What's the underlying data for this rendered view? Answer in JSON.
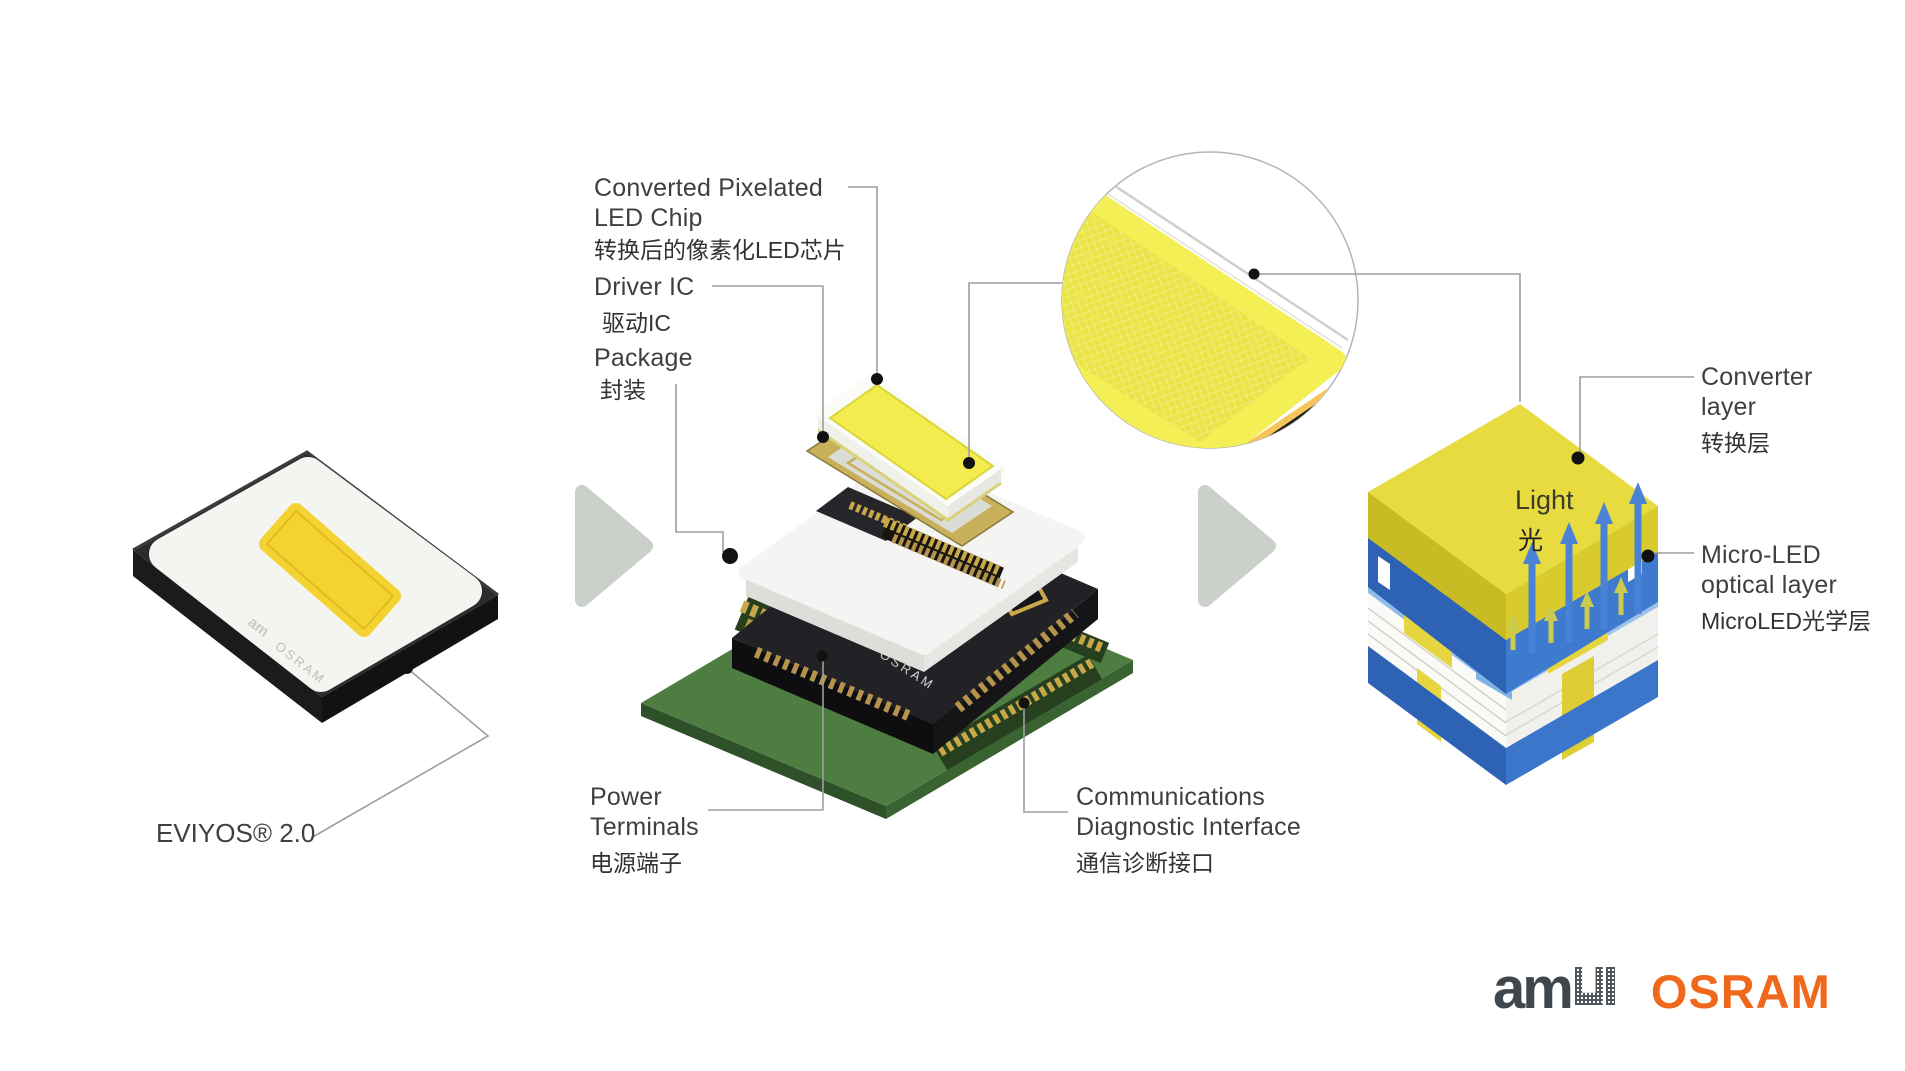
{
  "labels": {
    "converted_chip_en1": "Converted Pixelated",
    "converted_chip_en2": "LED Chip",
    "converted_chip_zh": "转换后的像素化LED芯片",
    "driver_ic_en": "Driver IC",
    "driver_ic_zh": "驱动IC",
    "package_en": "Package",
    "package_zh": "封装",
    "power_en1": "Power",
    "power_en2": "Terminals",
    "power_zh": "电源端子",
    "comms_en1": "Communications",
    "comms_en2": "Diagnostic Interface",
    "comms_zh": "通信诊断接口",
    "converter_en1": "Converter",
    "converter_en2": "layer",
    "converter_zh": "转换层",
    "light_en": "Light",
    "light_zh": "光",
    "microled_en1": "Micro-LED",
    "microled_en2": "optical layer",
    "microled_zh": "MicroLED光学层",
    "eviyos": "EVIYOS® 2.0"
  },
  "branding": {
    "am": "am",
    "osram": "OSRAM"
  },
  "colors": {
    "osram_orange": "#F0681C",
    "ams_gray": "#3F464C",
    "chip_yellow": "#F2EC4F",
    "converter_yellow": "#E7DB40",
    "stack_blue": "#3B76CB",
    "pcb_green": "#4E7D42",
    "gold": "#C9A84A",
    "label_text": "#3F3F3F",
    "callout_line": "#9E9E9E"
  }
}
